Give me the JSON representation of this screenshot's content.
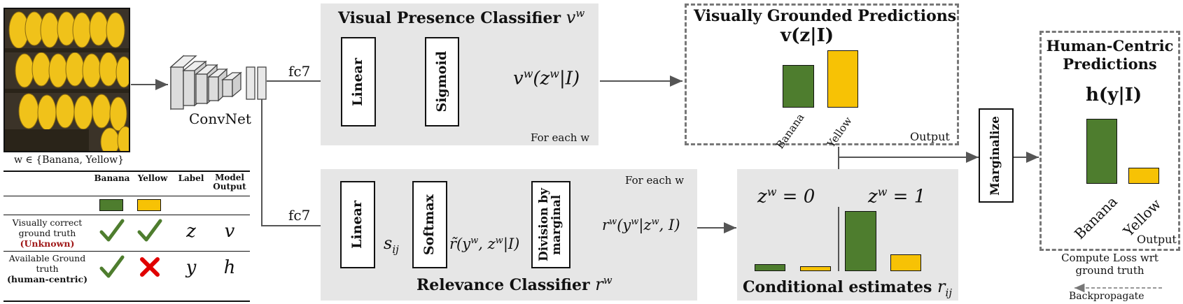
{
  "colors": {
    "green": "#4e7d2e",
    "yellow": "#f7c205",
    "panel": "#e6e6e6",
    "red": "#e00000"
  },
  "input": {
    "caption": "w ∈ {Banana, Yellow}",
    "convnet_label": "ConvNet",
    "fc7_top": "fc7",
    "fc7_bottom": "fc7"
  },
  "visual_classifier": {
    "title": "Visual Presence Classifier",
    "title_math": "v",
    "title_sup": "w",
    "linear": "Linear",
    "sigmoid": "Sigmoid",
    "output_math": "v^w(z^w|I)",
    "for_each": "For each w"
  },
  "grounded": {
    "title": "Visually Grounded Predictions",
    "formula": "v(z|I)",
    "bar_labels": [
      "Banana",
      "Yellow"
    ],
    "output": "Output"
  },
  "relevance": {
    "title": "Relevance Classifier",
    "title_math": "r",
    "title_sup": "w",
    "linear": "Linear",
    "sij": "s_ij",
    "softmax": "Softmax",
    "rtilde": "r̃(y^w, z^w|I)",
    "division": "Division by marginal",
    "output_math": "r^w(y^w|z^w, I)",
    "for_each": "For each w"
  },
  "conditional": {
    "z0": "z^w = 0",
    "z1": "z^w = 1",
    "title": "Conditional estimates",
    "title_math": "r_ij"
  },
  "marginalize": "Marginalize",
  "human": {
    "title_line1": "Human-Centric",
    "title_line2": "Predictions",
    "formula": "h(y|I)",
    "bar_labels": [
      "Banana",
      "Yellow"
    ],
    "output": "Output",
    "loss_line1": "Compute Loss wrt",
    "loss_line2": "ground truth",
    "backprop": "Backpropagate"
  },
  "table": {
    "headers": [
      "Banana",
      "Yellow",
      "Label",
      "Model Output"
    ],
    "rows": [
      {
        "label_line1": "Visually correct",
        "label_line2": "ground truth",
        "label_line3": "(Unknown)",
        "marks": [
          "check",
          "check"
        ],
        "label": "z",
        "output": "v"
      },
      {
        "label_line1": "Available Ground",
        "label_line2": "truth",
        "label_line3": "(human-centric)",
        "marks": [
          "check",
          "cross"
        ],
        "label": "y",
        "output": "h"
      }
    ]
  },
  "chart_data": [
    {
      "type": "bar",
      "categories": [
        "Banana",
        "Yellow"
      ],
      "values": [
        0.72,
        1.0
      ],
      "title": "v(z|I)"
    },
    {
      "type": "bar",
      "categories": [
        "Banana",
        "Yellow"
      ],
      "values": [
        1.0,
        0.25
      ],
      "title": "h(y|I)"
    },
    {
      "type": "bar",
      "categories": [
        "z^w = 0 Banana",
        "z^w = 0 Yellow",
        "z^w = 1 Banana",
        "z^w = 1 Yellow"
      ],
      "values": [
        0.11,
        0.08,
        1.0,
        0.27
      ],
      "title": "Conditional estimates r_ij"
    }
  ]
}
